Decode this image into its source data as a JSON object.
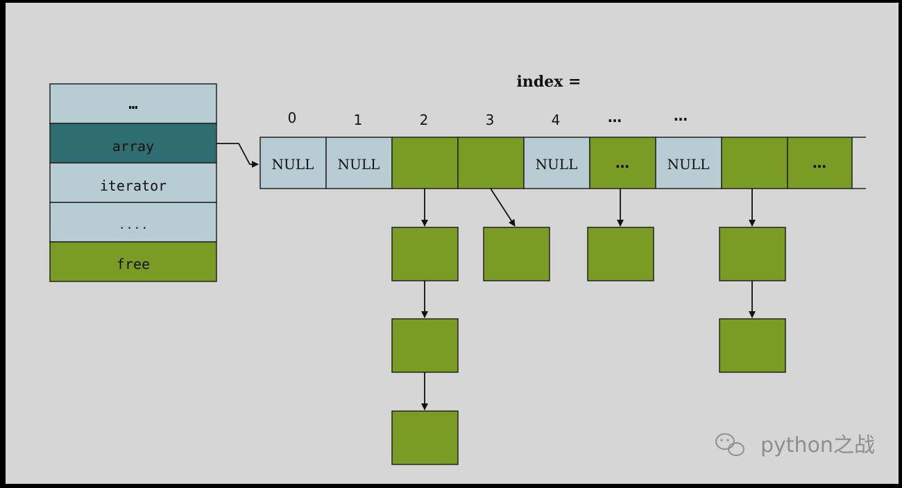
{
  "colors": {
    "background": "#d6d6d6",
    "light_cell": "#b8ccd4",
    "dark_cell": "#2e6e70",
    "green_cell": "#7b9c24",
    "stroke": "#222222"
  },
  "struct": {
    "fields": [
      {
        "label": "…",
        "style": "light"
      },
      {
        "label": "array",
        "style": "dark"
      },
      {
        "label": "iterator",
        "style": "light"
      },
      {
        "label": "....",
        "style": "light"
      },
      {
        "label": "free",
        "style": "green"
      }
    ]
  },
  "index_header": "index =",
  "index_labels": [
    "0",
    "1",
    "2",
    "3",
    "4",
    "…",
    "…"
  ],
  "bucket_cells": [
    {
      "label": "NULL",
      "style": "light"
    },
    {
      "label": "NULL",
      "style": "light"
    },
    {
      "label": "",
      "style": "green"
    },
    {
      "label": "",
      "style": "green"
    },
    {
      "label": "NULL",
      "style": "light"
    },
    {
      "label": "…",
      "style": "green"
    },
    {
      "label": "NULL",
      "style": "light"
    },
    {
      "label": "",
      "style": "green"
    },
    {
      "label": "…",
      "style": "green"
    }
  ],
  "watermark": {
    "text": "python之战",
    "icon": "wechat-icon"
  }
}
